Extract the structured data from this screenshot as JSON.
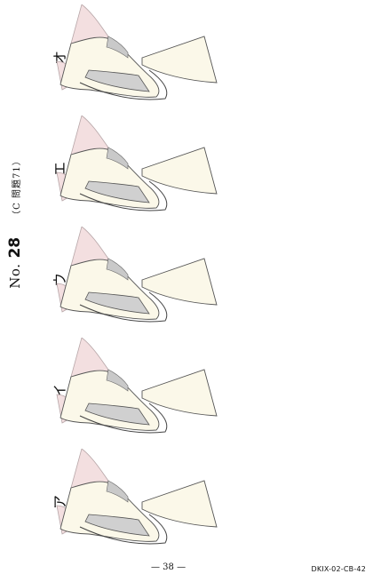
{
  "header": {
    "no_prefix": "No.",
    "number": "28",
    "reference": "（C 問題71）"
  },
  "panels": [
    {
      "label": "オ"
    },
    {
      "label": "エ"
    },
    {
      "label": "ウ"
    },
    {
      "label": "イ"
    },
    {
      "label": "ア"
    }
  ],
  "footer": {
    "page": "— 38 —",
    "code": "DKIX-02-CB-42"
  }
}
